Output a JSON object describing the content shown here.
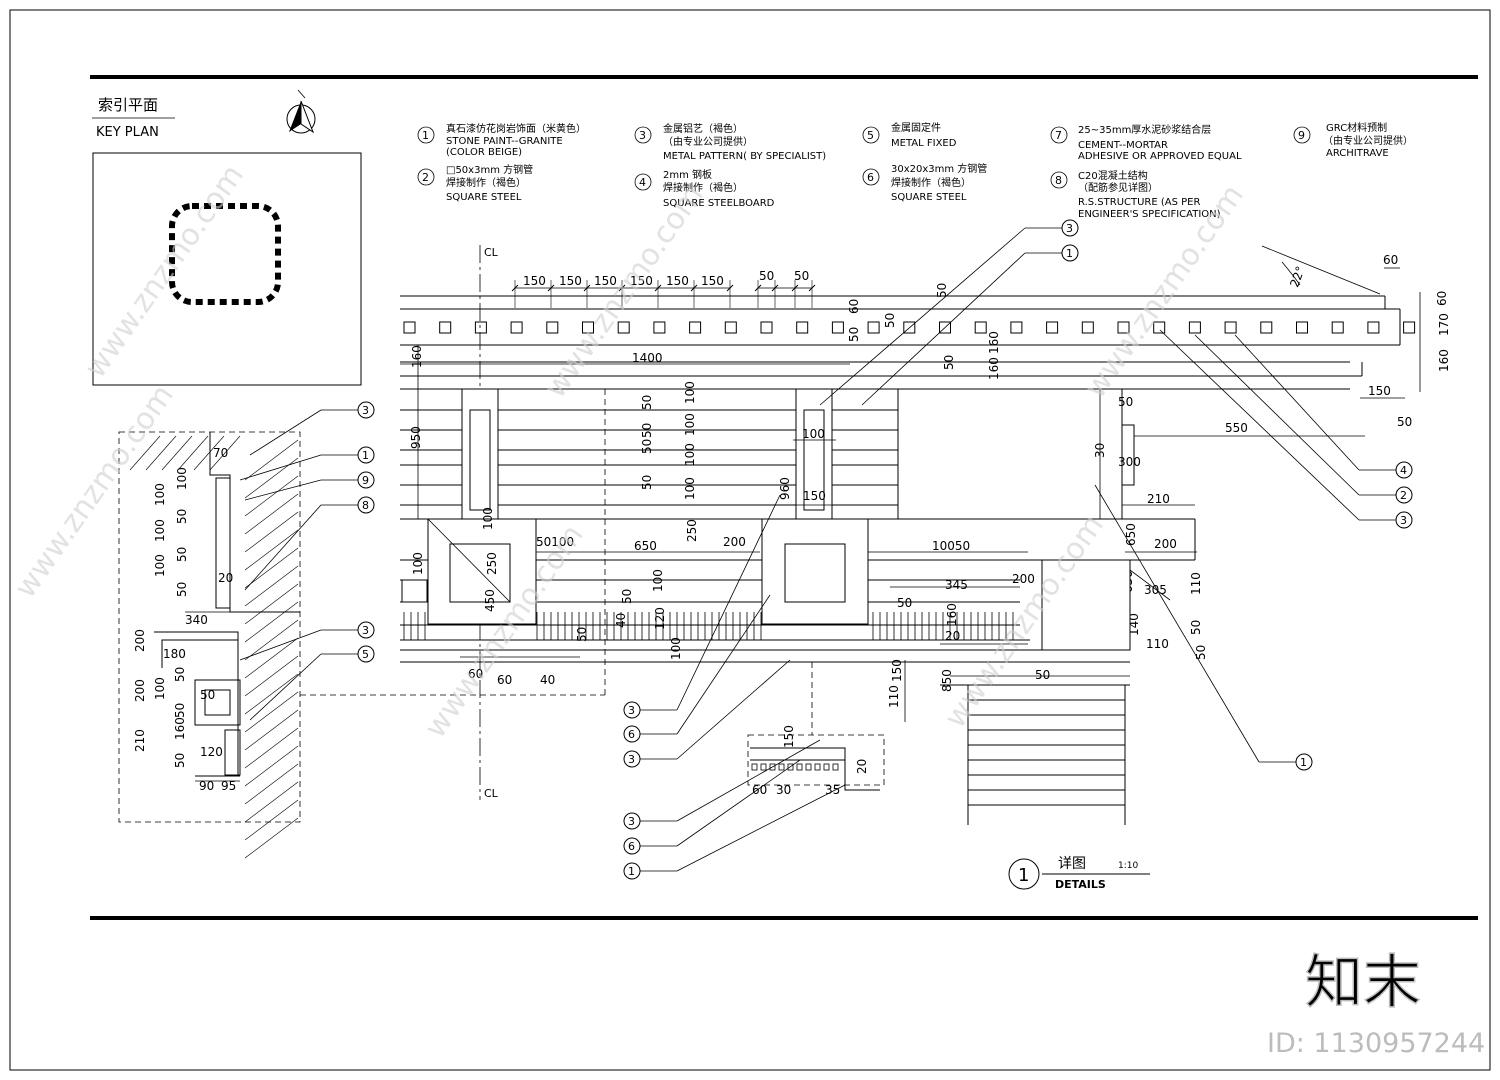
{
  "key_plan": {
    "title_cn": "索引平面",
    "title_en": "KEY PLAN"
  },
  "legend": [
    {
      "num": "1",
      "cn": "真石漆仿花岗岩饰面（米黄色）",
      "en1": "STONE PAINT--GRANITE",
      "en2": "(COLOR BEIGE)"
    },
    {
      "num": "2",
      "cn": "□50x3mm 方钢管",
      "cn2": "焊接制作（褐色）",
      "en1": "SQUARE STEEL"
    },
    {
      "num": "3",
      "cn": "金属铝艺（褐色）",
      "cn2": "（由专业公司提供）",
      "en1": "METAL PATTERN( BY SPECIALIST)"
    },
    {
      "num": "4",
      "cn": "2mm 钢板",
      "cn2": "焊接制作（褐色）",
      "en1": "SQUARE STEELBOARD"
    },
    {
      "num": "5",
      "cn": "金属固定件",
      "en1": "METAL FIXED"
    },
    {
      "num": "6",
      "cn": "30x20x3mm 方钢管",
      "cn2": "焊接制作（褐色）",
      "en1": "SQUARE STEEL"
    },
    {
      "num": "7",
      "cn": "25~35mm厚水泥砂浆结合层",
      "en1": "CEMENT--MORTAR",
      "en2": "ADHESIVE OR APPROVED EQUAL"
    },
    {
      "num": "8",
      "cn": "C20混凝土结构",
      "cn2": "（配筋参见详图）",
      "en1": "R.S.STRUCTURE (AS PER",
      "en2": "ENGINEER'S SPECIFICATION)"
    },
    {
      "num": "9",
      "cn": "GRC材料预制",
      "cn2": "（由专业公司提供）",
      "en1": "ARCHITRAVE"
    }
  ],
  "centerline": "CL",
  "angle_label": "22°",
  "dims_top": [
    "150",
    "150",
    "150",
    "150",
    "150",
    "150",
    "50",
    "50",
    "60"
  ],
  "dims_right": [
    "60",
    "170",
    "160",
    "150",
    "50"
  ],
  "dims_plan": [
    "1400",
    "160",
    "50",
    "50",
    "100",
    "100",
    "100",
    "100",
    "100",
    "50",
    "50",
    "50",
    "50",
    "160",
    "100",
    "150",
    "960",
    "550",
    "30",
    "50",
    "300",
    "210",
    "200",
    "650",
    "650",
    "10050",
    "50100",
    "200",
    "250",
    "250",
    "100",
    "450",
    "345",
    "50",
    "200",
    "50",
    "40",
    "305",
    "20",
    "160",
    "250",
    "110",
    "50",
    "50",
    "110",
    "140",
    "60",
    "60",
    "40",
    "50",
    "50",
    "100",
    "120",
    "40",
    "50",
    "150",
    "850",
    "110",
    "20",
    "100"
  ],
  "dims_section": [
    "70",
    "100",
    "100",
    "50",
    "100",
    "50",
    "100",
    "50",
    "20",
    "340",
    "200",
    "180",
    "50",
    "200",
    "100",
    "50",
    "160",
    "50",
    "210",
    "120",
    "50",
    "90",
    "95"
  ],
  "dims_small_detail": [
    "150",
    "60",
    "30",
    "35",
    "20"
  ],
  "callouts": [
    "3",
    "1",
    "9",
    "8",
    "3",
    "5",
    "3",
    "1",
    "4",
    "2",
    "3",
    "3",
    "6",
    "3",
    "3",
    "6",
    "1",
    "1"
  ],
  "title_block": {
    "num": "1",
    "cn": "详图",
    "scale": "1:10",
    "en": "DETAILS"
  },
  "watermark": {
    "brand": "知末",
    "site": "www.znzmo.com",
    "id": "ID: 1130957244"
  },
  "colors": {
    "line": "#000000",
    "watermark": "#cfcfcf",
    "background": "#ffffff"
  }
}
